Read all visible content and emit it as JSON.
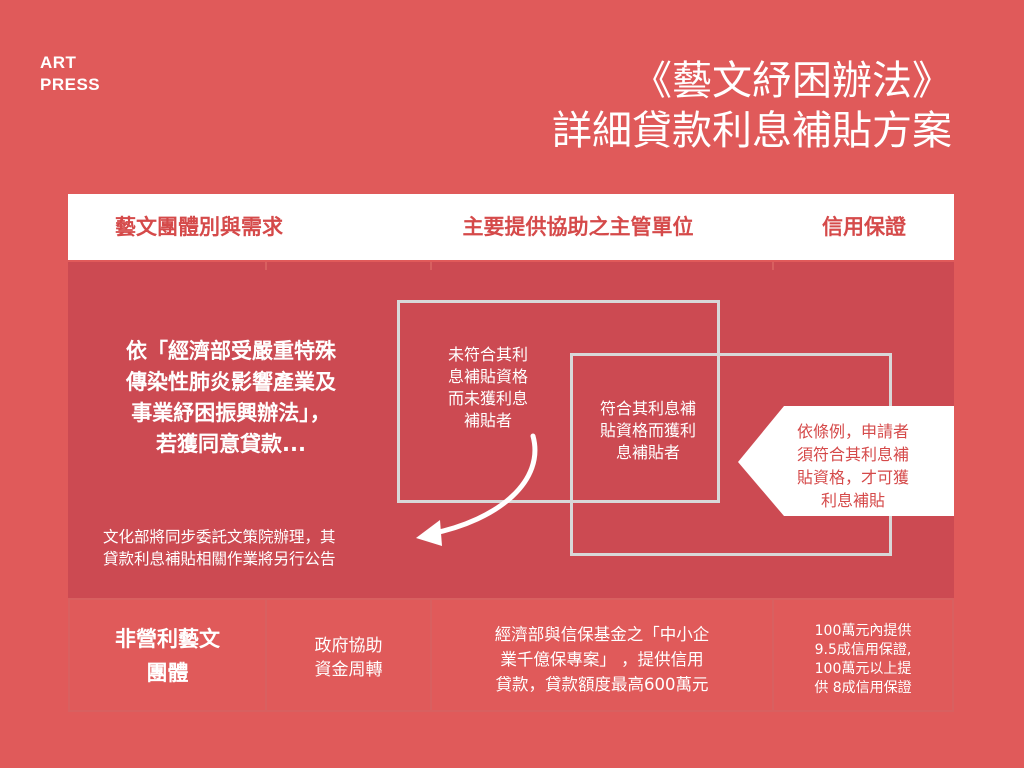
{
  "logo": {
    "line1": "ART",
    "line2": "PRESS"
  },
  "title": {
    "line1": "《藝文紓困辦法》",
    "line2": "詳細貸款利息補貼方案"
  },
  "header": {
    "col1": "藝文團體別與需求",
    "col2": "主要提供協助之主管單位",
    "col3": "信用保證"
  },
  "intro": {
    "line1": "依「經濟部受嚴重特殊",
    "line2": "傳染性肺炎影響產業及",
    "line3": "事業紓困振興辦法」，",
    "line4": "若獲同意貸款..."
  },
  "box1": {
    "line1": "未符合其利",
    "line2": "息補貼資格",
    "line3": "而未獲利息",
    "line4": "補貼者"
  },
  "box2": {
    "line1": "符合其利息補",
    "line2": "貼資格而獲利",
    "line3": "息補貼者"
  },
  "callout": {
    "line1": "依條例，申請者",
    "line2": "須符合其利息補",
    "line3": "貼資格，才可獲",
    "line4": "利息補貼"
  },
  "note": {
    "line1": "文化部將同步委託文策院辦理，其",
    "line2": "貸款利息補貼相關作業將另行公告"
  },
  "row": {
    "group_line1": "非營利藝文",
    "group_line2": "團體",
    "need_line1": "政府協助",
    "need_line2": "資金周轉",
    "agency_line1": "經濟部與信保基金之「中小企",
    "agency_line2": "業千億保專案」 ，提供信用",
    "agency_line3": "貸款，貸款額度最高600萬元",
    "credit_line1": "100萬元內提供",
    "credit_line2": "9.5成信用保證,",
    "credit_line3": "100萬元以上提",
    "credit_line4": "供 8成信用保證"
  },
  "colors": {
    "background": "#e05a5a",
    "band": "#cc4a52",
    "header_text": "#d54a4a",
    "box_border": "#d8d8d8"
  }
}
